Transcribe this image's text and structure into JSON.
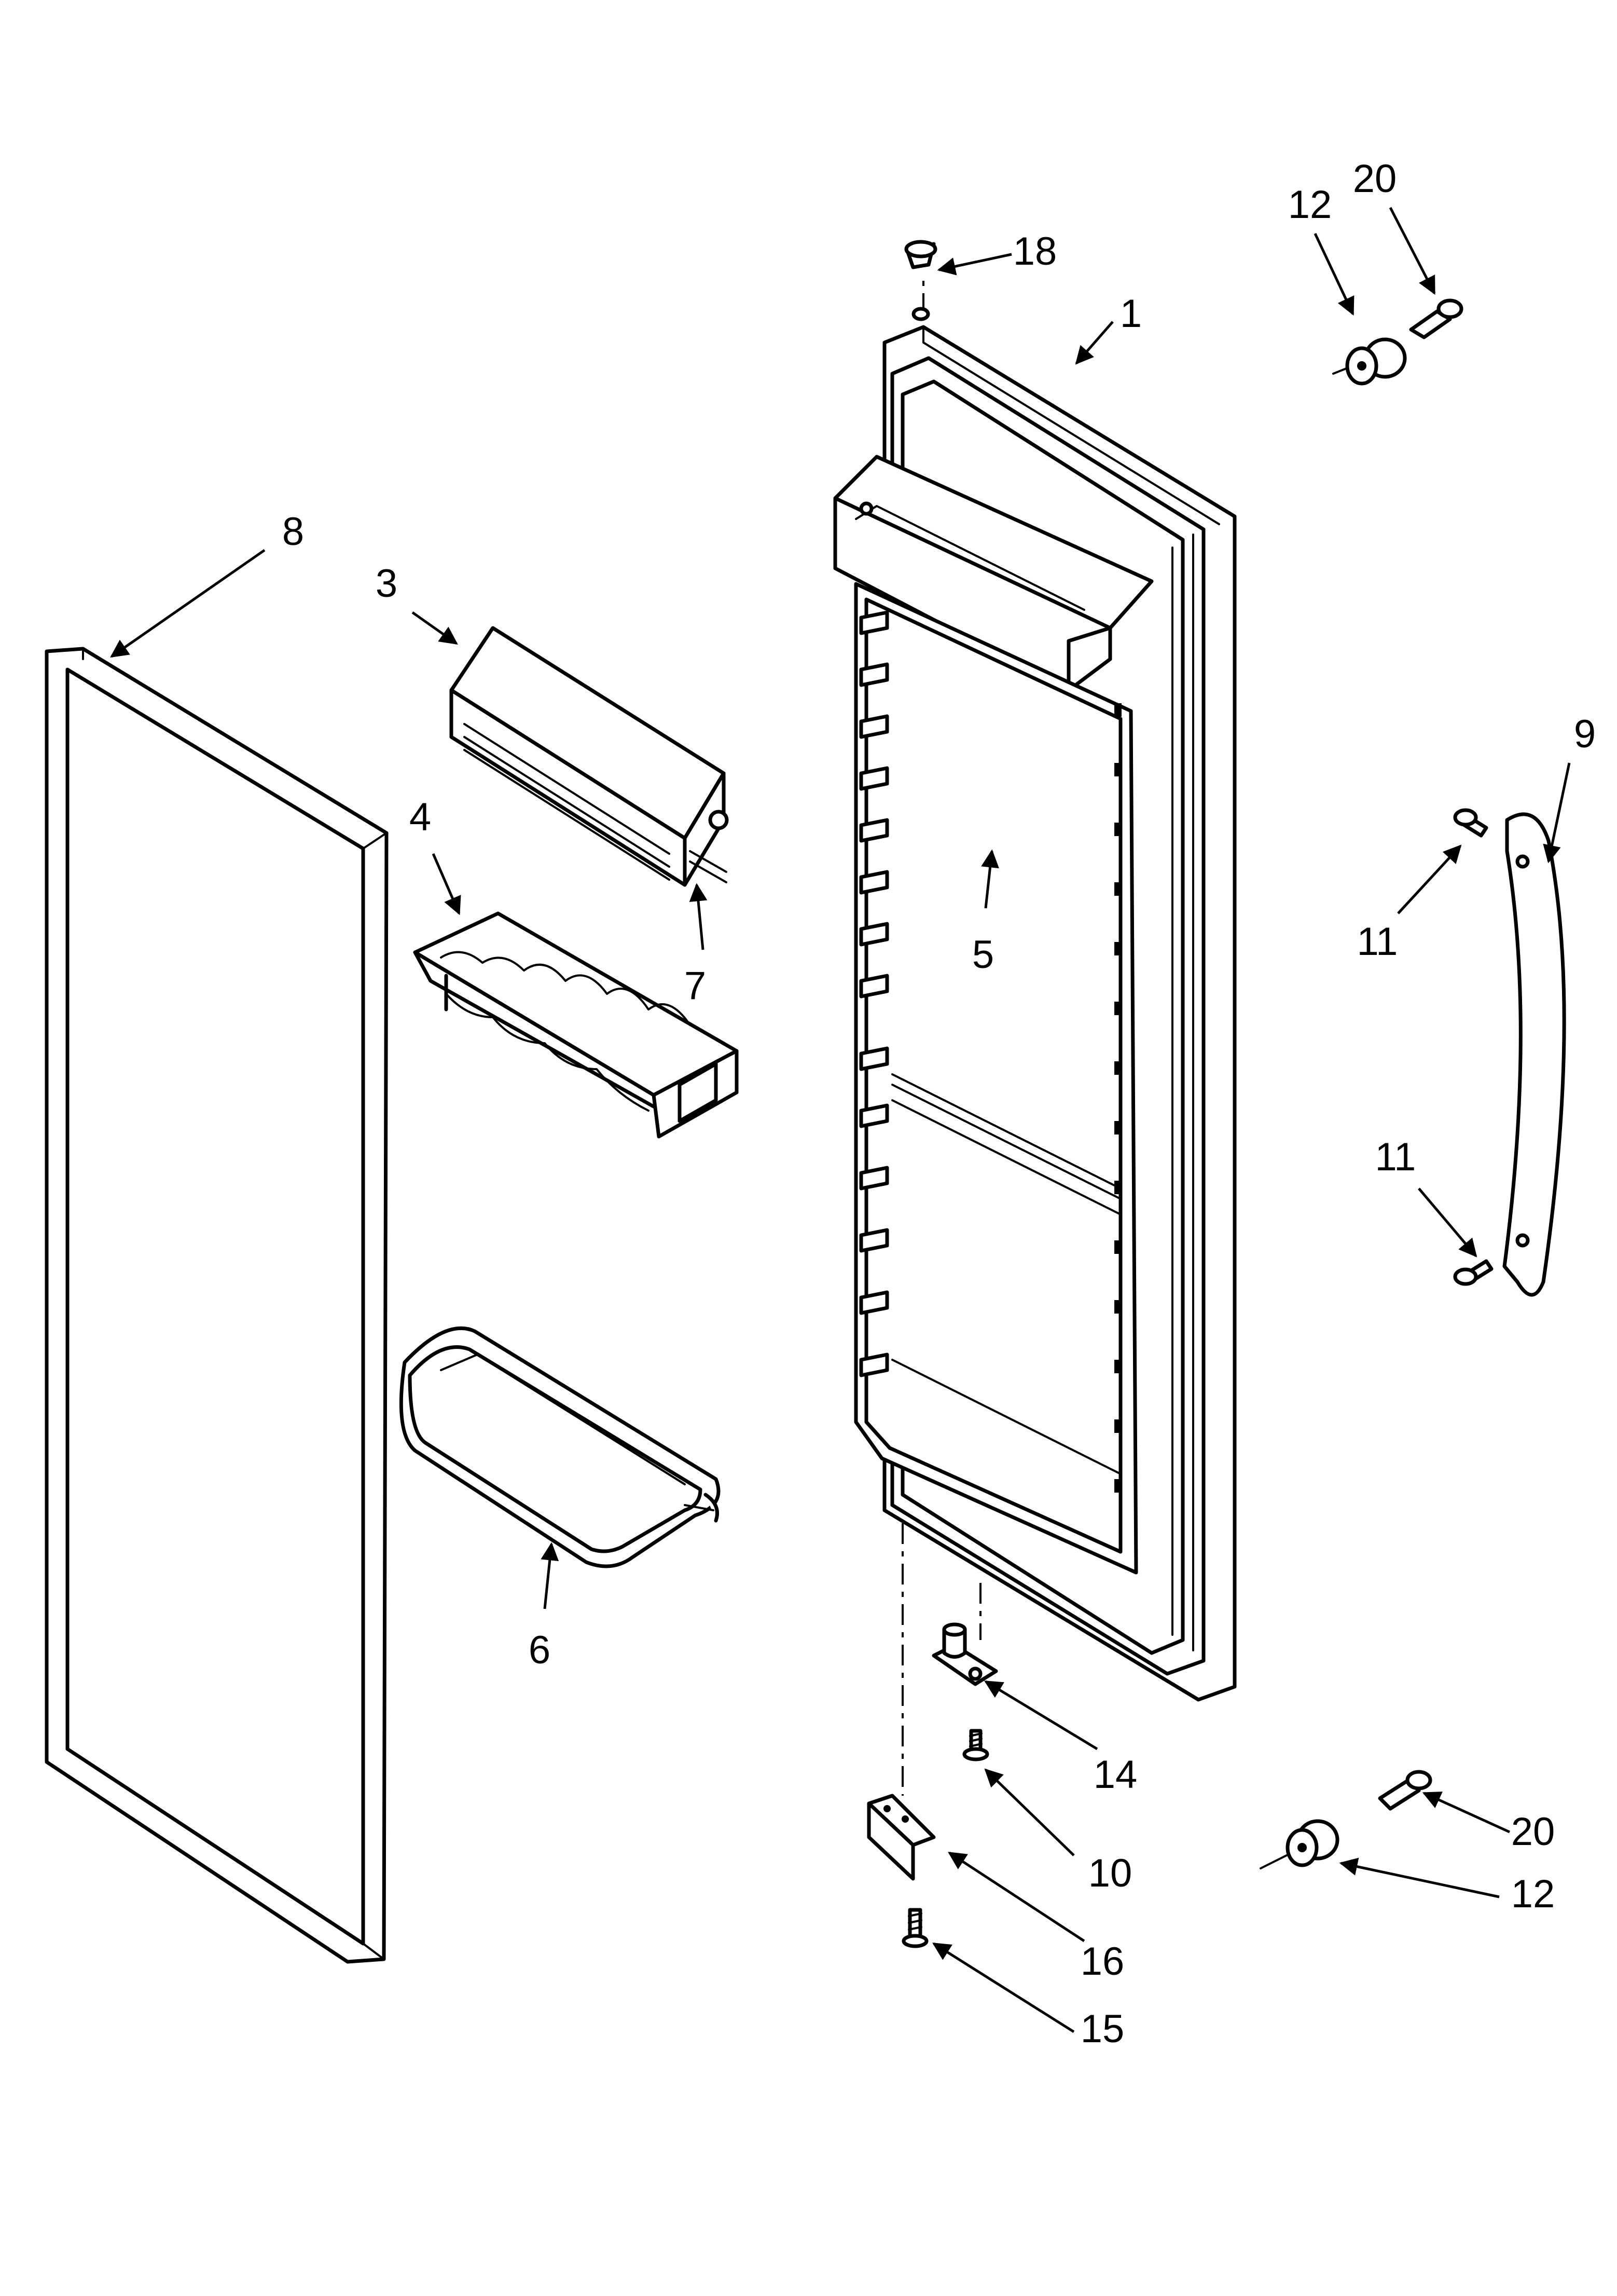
{
  "diagram": {
    "type": "exploded-parts-diagram",
    "callouts": [
      {
        "id": "c1",
        "text": "1"
      },
      {
        "id": "c3",
        "text": "3"
      },
      {
        "id": "c4",
        "text": "4"
      },
      {
        "id": "c5",
        "text": "5"
      },
      {
        "id": "c6",
        "text": "6"
      },
      {
        "id": "c7",
        "text": "7"
      },
      {
        "id": "c8",
        "text": "8"
      },
      {
        "id": "c9",
        "text": "9"
      },
      {
        "id": "c10",
        "text": "10"
      },
      {
        "id": "c11a",
        "text": "11"
      },
      {
        "id": "c11b",
        "text": "11"
      },
      {
        "id": "c12a",
        "text": "12"
      },
      {
        "id": "c12b",
        "text": "12"
      },
      {
        "id": "c14",
        "text": "14"
      },
      {
        "id": "c15",
        "text": "15"
      },
      {
        "id": "c16",
        "text": "16"
      },
      {
        "id": "c18",
        "text": "18"
      },
      {
        "id": "c20a",
        "text": "20"
      },
      {
        "id": "c20b",
        "text": "20"
      }
    ]
  }
}
